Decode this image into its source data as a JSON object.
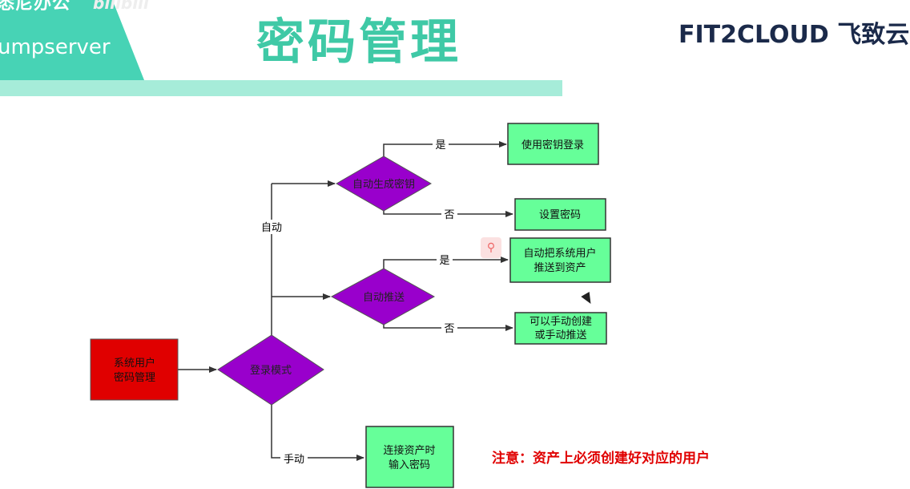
{
  "header": {
    "banner_top": "悉尼办公",
    "banner_sub": "umpserver",
    "watermark": "bilibili",
    "title": "密码管理",
    "brand": "FIT2CLOUD 飞致云"
  },
  "colors": {
    "banner": "#47d3b5",
    "title": "#3fc9a6",
    "start_node": "#e00000",
    "decision": "#9900cc",
    "action": "#66ff99",
    "note": "#e00000"
  },
  "flowchart": {
    "start": [
      "系统用户",
      "密码管理"
    ],
    "login_mode": "登录模式",
    "branch_auto": "自动",
    "branch_manual": "手动",
    "auto_generate_key": "自动生成密钥",
    "auto_push": "自动推送",
    "yes": "是",
    "no": "否",
    "use_key_login": "使用密钥登录",
    "set_password": "设置密码",
    "auto_push_user": [
      "自动把系统用户",
      "推送到资产"
    ],
    "manual_create": [
      "可以手动创建",
      "或手动推送"
    ],
    "input_password": [
      "连接资产时",
      "输入密码"
    ]
  },
  "note": "注意：资产上必须创建好对应的用户"
}
